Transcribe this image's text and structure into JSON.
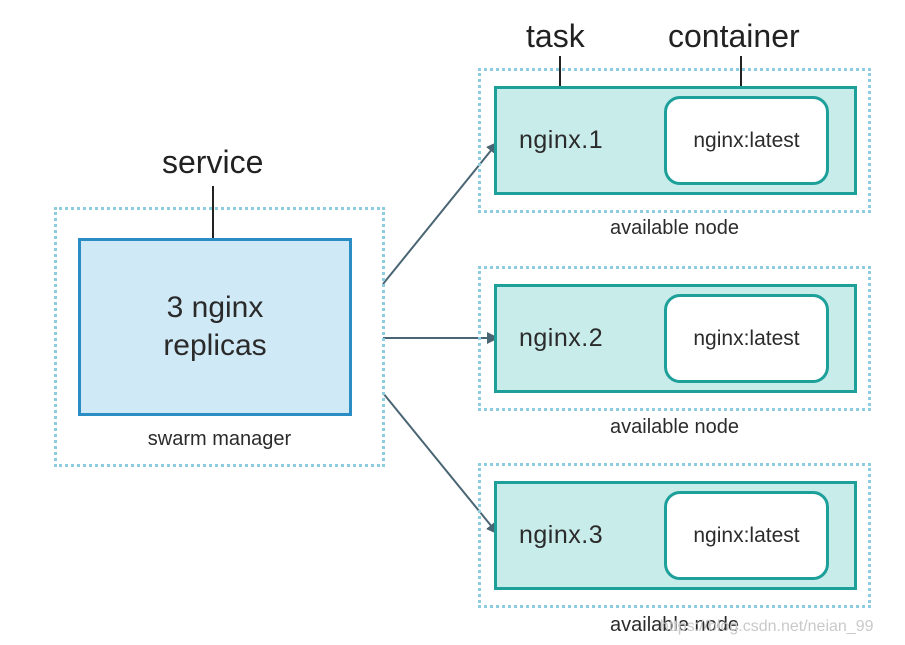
{
  "labels": {
    "service": "service",
    "task": "task",
    "container": "container"
  },
  "manager": {
    "line1": "3 nginx",
    "line2": "replicas",
    "caption": "swarm manager"
  },
  "nodes": [
    {
      "task": "nginx.1",
      "container": "nginx:latest",
      "caption": "available node"
    },
    {
      "task": "nginx.2",
      "container": "nginx:latest",
      "caption": "available node"
    },
    {
      "task": "nginx.3",
      "container": "nginx:latest",
      "caption": "available node"
    }
  ],
  "watermark": "https://blog.csdn.net/neian_99",
  "colors": {
    "manager_fill": "#cfe9f6",
    "manager_border": "#2a8ec4",
    "node_fill": "#c8ecea",
    "node_border": "#1d9f9a",
    "dotted": "#8ecde0",
    "arrow": "#4a6573"
  }
}
